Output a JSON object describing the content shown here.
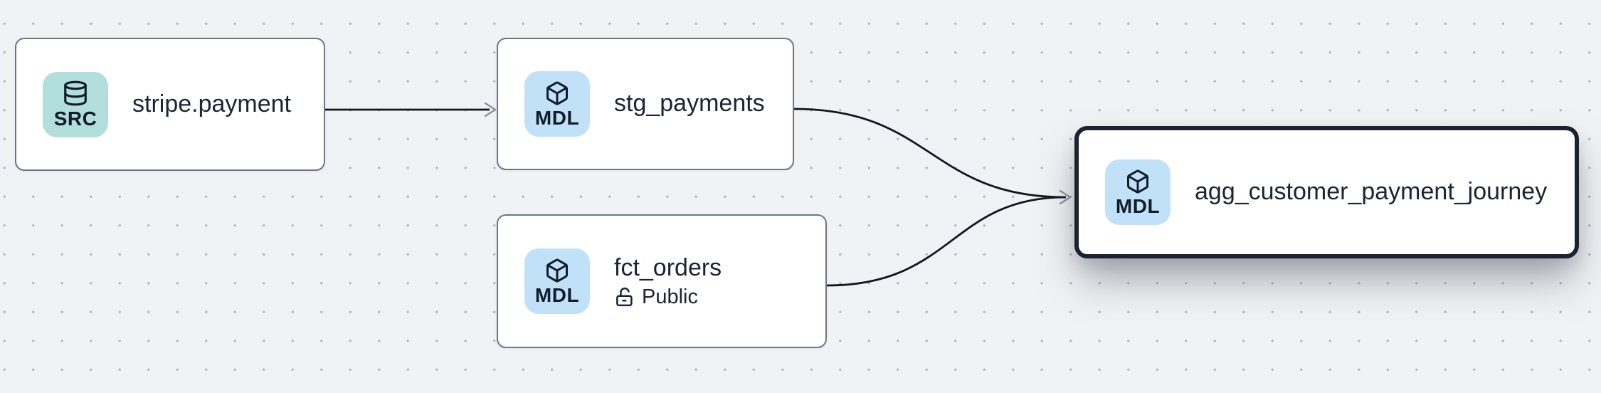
{
  "canvas": {
    "type": "lineage-graph",
    "background_color": "#f1f2f5",
    "dot_grid_color": "#b4bac6",
    "edge_color": "#11161f",
    "arrowhead_color": "#8a92a2",
    "node_border_color": "#6e7787",
    "selected_node_border_color": "#1c2330"
  },
  "nodes": [
    {
      "id": "stripe.payment",
      "title": "stripe.payment",
      "badge": {
        "label": "SRC",
        "icon": "database-icon",
        "bg_color": "#b2dedb"
      },
      "selected": false
    },
    {
      "id": "stg_payments",
      "title": "stg_payments",
      "badge": {
        "label": "MDL",
        "icon": "cube-icon",
        "bg_color": "#c1e1f8"
      },
      "selected": false
    },
    {
      "id": "fct_orders",
      "title": "fct_orders",
      "badge": {
        "label": "MDL",
        "icon": "cube-icon",
        "bg_color": "#c1e1f8"
      },
      "visibility": "Public",
      "visibility_icon": "lock-open-icon",
      "selected": false
    },
    {
      "id": "agg_customer_payment_journey",
      "title": "agg_customer_payment_journey",
      "badge": {
        "label": "MDL",
        "icon": "cube-icon",
        "bg_color": "#c1e1f8"
      },
      "selected": true
    }
  ],
  "edges": [
    {
      "from": "stripe.payment",
      "to": "stg_payments"
    },
    {
      "from": "stg_payments",
      "to": "agg_customer_payment_journey"
    },
    {
      "from": "fct_orders",
      "to": "agg_customer_payment_journey"
    }
  ]
}
